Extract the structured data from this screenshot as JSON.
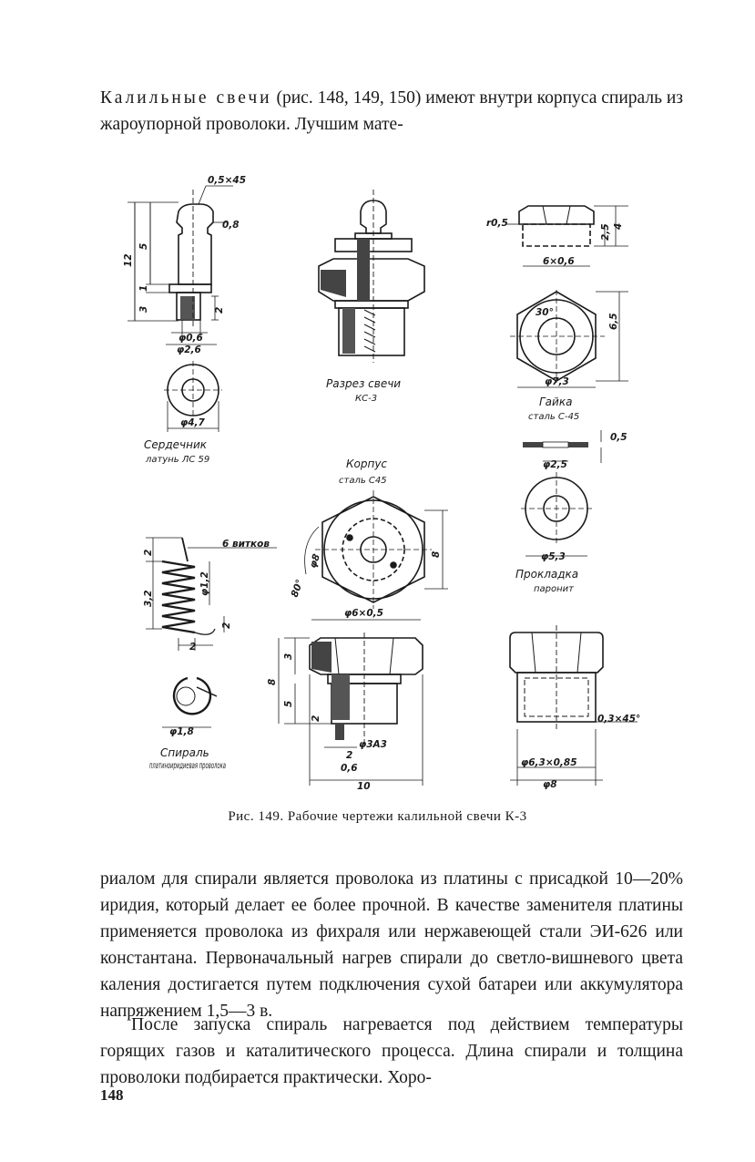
{
  "intro": {
    "spaced_term": "Калильные свечи",
    "text": "(рис. 148, 149, 150) имеют внутри корпуса спираль из жароупорной проволоки. Лучшим мате-"
  },
  "figure": {
    "parts": {
      "core": {
        "name": "Сердечник",
        "material": "латунь ЛС 59"
      },
      "section": {
        "name": "Разрез свечи",
        "model": "КС-3"
      },
      "nut": {
        "name": "Гайка",
        "material": "сталь С-45"
      },
      "body": {
        "name": "Корпус",
        "material": "сталь С45"
      },
      "gasket": {
        "name": "Прокладка",
        "material": "паронит"
      },
      "spiral": {
        "name": "Спираль",
        "material": "платиноиридиевая проволока"
      }
    },
    "dims": {
      "core_chamfer": "0,5×45",
      "core_08": "0,8",
      "core_12": "12",
      "core_5": "5",
      "core_1": "1",
      "core_3": "3",
      "core_2": "2",
      "core_d06": "φ0,6",
      "core_d26": "φ2,6",
      "core_d47": "φ4,7",
      "nut_r05": "r0,5",
      "nut_25": "2,5",
      "nut_4": "4",
      "nut_thread": "6×0,6",
      "nut_30": "30°",
      "nut_65": "6,5",
      "nut_d73": "φ7,3",
      "gasket_05": "0,5",
      "gasket_d25": "φ2,5",
      "gasket_d53": "φ5,3",
      "spiral_turns": "6 витков",
      "spiral_2a": "2",
      "spiral_32": "3,2",
      "spiral_d12": "φ1,2",
      "spiral_2b": "2",
      "spiral_2c": "2",
      "spiral_d18": "φ1,8",
      "body_8": "8",
      "body_80": "80°",
      "body_d8": "φ8",
      "body_thread": "φ6×0,5",
      "body_3": "3",
      "body_5": "5",
      "body_2": "2",
      "body_d3": "φ3А3",
      "body_2b": "2",
      "body_06": "0,6",
      "body_10": "10",
      "side_03": "0,3×45°",
      "side_thread": "φ6,3×0,85",
      "side_d8": "φ8"
    }
  },
  "caption": "Рис. 149. Рабочие чертежи калильной свечи К-3",
  "paragraph2": "риалом для спирали является проволока из платины с присадкой 10—20% иридия, который делает ее более прочной. В качестве заменителя платины применяется проволока из фихраля или нержавеющей стали ЭИ-626 или константана. Первоначальный нагрев спирали до светло-вишневого цвета каления достигается путем подключения сухой батареи или аккумулятора напряжением 1,5—3 в.",
  "paragraph3": "После запуска спираль нагревается под действием температуры горящих газов и каталитического процесса. Длина спирали и толщина проволоки подбирается практически. Хоро-",
  "page_number": "148"
}
